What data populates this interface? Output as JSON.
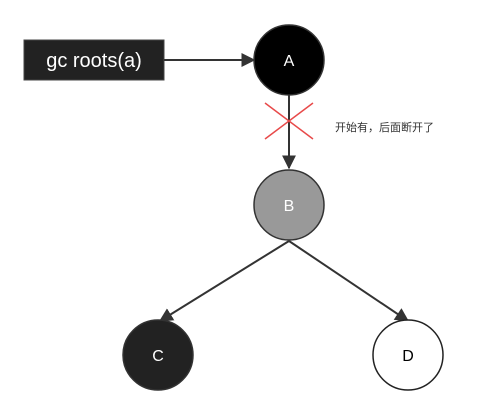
{
  "root_box": {
    "label": "gc roots(a)",
    "fill": "#222222",
    "text_color": "#ffffff"
  },
  "nodes": {
    "a": {
      "label": "A",
      "fill": "#000000",
      "text_color": "#ffffff"
    },
    "b": {
      "label": "B",
      "fill": "#999999",
      "text_color": "#ffffff"
    },
    "c": {
      "label": "C",
      "fill": "#222222",
      "text_color": "#ffffff"
    },
    "d": {
      "label": "D",
      "fill": "#ffffff",
      "text_color": "#000000"
    }
  },
  "break_mark": {
    "color": "#e84a4a"
  },
  "note": {
    "text": "开始有，后面断开了"
  },
  "edge_color": "#333333"
}
